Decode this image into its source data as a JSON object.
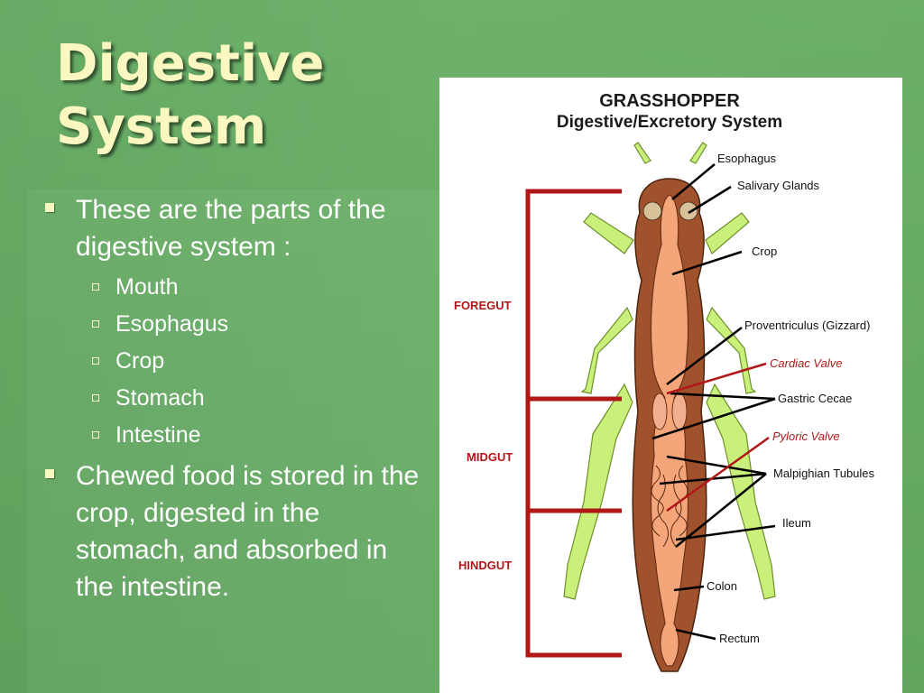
{
  "slide": {
    "title_line1": "Digestive",
    "title_line2": "System",
    "bullet1": "These are the parts of the digestive system :",
    "sub_items": [
      "Mouth",
      "Esophagus",
      "Crop",
      "Stomach",
      "Intestine"
    ],
    "bullet2": "Chewed food is stored in the crop, digested in the stomach, and absorbed in the intestine."
  },
  "diagram": {
    "title_line1": "GRASSHOPPER",
    "title_line2": "Digestive/Excretory System",
    "regions": [
      "FOREGUT",
      "MIDGUT",
      "HINDGUT"
    ],
    "labels": {
      "esophagus": "Esophagus",
      "salivary": "Salivary Glands",
      "crop": "Crop",
      "proventriculus": "Proventriculus (Gizzard)",
      "cardiac": "Cardiac Valve",
      "gastric": "Gastric Cecae",
      "pyloric": "Pyloric Valve",
      "malpighian": "Malpighian Tubules",
      "ileum": "Ileum",
      "colon": "Colon",
      "rectum": "Rectum"
    },
    "colors": {
      "region_bracket": "#b01818",
      "valve_label": "#b01818",
      "body": "#a0522d",
      "gut": "#f5a57a",
      "legs": "#c8f07a"
    }
  }
}
